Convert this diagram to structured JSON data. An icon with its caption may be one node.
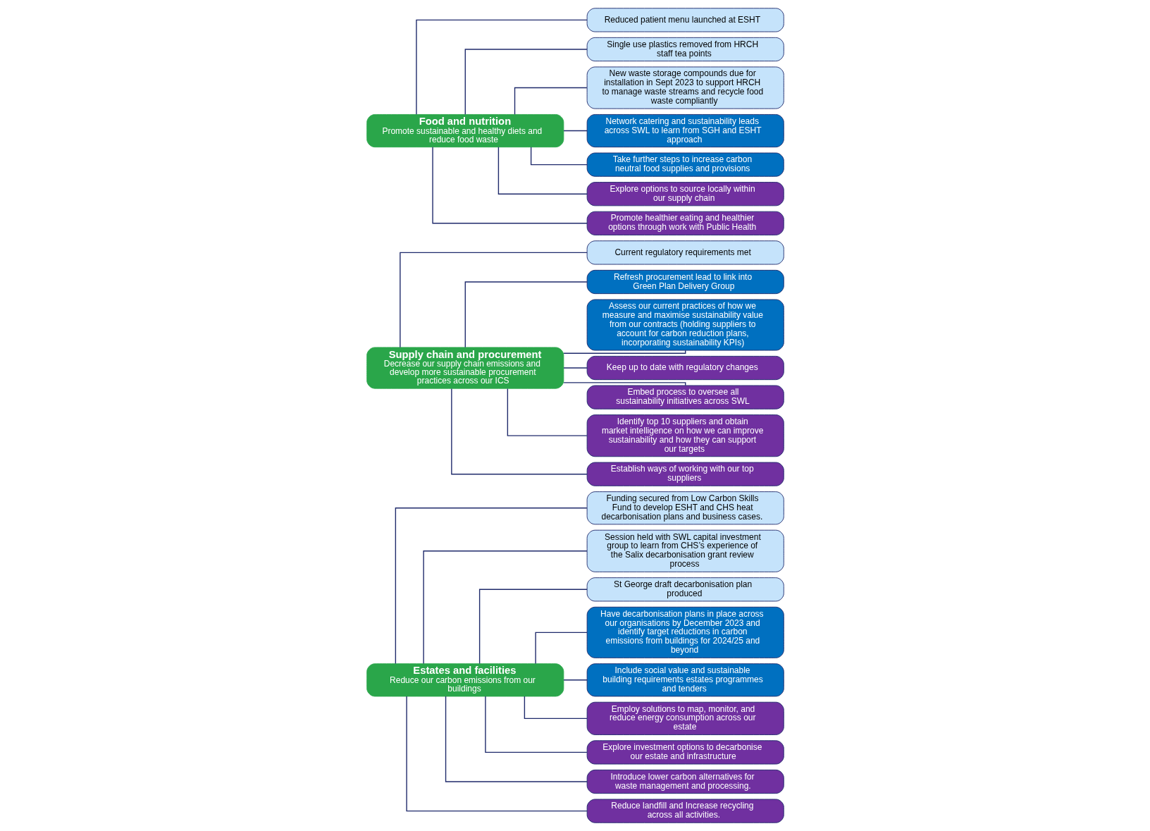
{
  "diagram": {
    "nodes": [
      {
        "text": [
          "Estates and facilities",
          "Reduce our carbon emissions from our buildings"
        ]
      },
      {
        "text": [
          "Funding secured from Low Carbon Skills Fund to develop ESHT and CHS heat decarbonisation plans and business cases."
        ]
      },
      {
        "text": [
          "Session held with SWL capital investment group to learn from CHS’s experience of the Salix decarbonisation grant review process"
        ]
      },
      {
        "text": [
          "St George draft decarbonisation plan produced"
        ]
      },
      {
        "text": [
          "Have decarbonisation plans in place across our organisations by December 2023 and identify target reductions in carbon emissions from buildings for 2024/25 and beyond"
        ]
      },
      {
        "text": [
          "Include social value and sustainable building requirements estates programmes and tenders"
        ]
      },
      {
        "text": [
          "Employ solutions to map, monitor, and reduce energy consumption across our estate"
        ]
      },
      {
        "text": [
          "Explore investment options to decarbonise our estate and infrastructure"
        ]
      },
      {
        "text": [
          "Introduce lower carbon alternatives for waste management and processing."
        ]
      },
      {
        "text": [
          "Reduce landfill and Increase recycling across all activities."
        ]
      },
      {
        "text": [
          "Supply chain and procurement",
          "Decrease our supply chain emissions and develop more sustainable procurement practices across our ICS"
        ]
      },
      {
        "text": [
          "Current regulatory requirements met"
        ]
      },
      {
        "text": [
          "Refresh procurement lead to link into Green Plan Delivery Group"
        ]
      },
      {
        "text": [
          "Assess our current practices of how we measure and maximise sustainability value from our contracts (holding suppliers to account for carbon reduction plans, incorporating sustainability KPIs)"
        ]
      },
      {
        "text": [
          "Keep up to date with regulatory changes"
        ]
      },
      {
        "text": [
          "Embed process to oversee all sustainability initiatives across SWL"
        ]
      },
      {
        "text": [
          "Identify top 10 suppliers and obtain market intelligence on how we can improve sustainability and how they can support our targets"
        ]
      },
      {
        "text": [
          "Establish ways of working with our top suppliers"
        ]
      },
      {
        "text": [
          "Food and nutrition",
          "Promote sustainable and healthy diets and reduce food waste"
        ]
      },
      {
        "text": [
          "Reduced patient menu launched at ESHT"
        ]
      },
      {
        "text": [
          "Single use plastics removed from HRCH staff tea points"
        ]
      },
      {
        "text": [
          "New waste storage compounds due for installation in Sept 2023 to support HRCH to manage waste streams and recycle food waste compliantly"
        ]
      },
      {
        "text": [
          "Network catering and sustainability leads across SWL to learn from SGH and ESHT approach"
        ]
      },
      {
        "text": [
          "Take further steps to increase carbon neutral food supplies and provisions"
        ]
      },
      {
        "text": [
          "Explore options to source locally within our supply chain"
        ]
      },
      {
        "text": [
          "Promote healthier eating and healthier options through work with Public Health"
        ]
      }
    ],
    "edges": [
      {
        "from": 0,
        "to": 1,
        "arrow": "none"
      },
      {
        "from": 0,
        "to": 2,
        "arrow": "none"
      },
      {
        "from": 0,
        "to": 3,
        "arrow": "none"
      },
      {
        "from": 0,
        "to": 4,
        "arrow": "none"
      },
      {
        "from": 0,
        "to": 5,
        "arrow": "none"
      },
      {
        "from": 0,
        "to": 6,
        "arrow": "none"
      },
      {
        "from": 0,
        "to": 7,
        "arrow": "none"
      },
      {
        "from": 0,
        "to": 8,
        "arrow": "none"
      },
      {
        "from": 0,
        "to": 9,
        "arrow": "none"
      },
      {
        "from": 10,
        "to": 11,
        "arrow": "none"
      },
      {
        "from": 10,
        "to": 12,
        "arrow": "none"
      },
      {
        "from": 10,
        "to": 13,
        "arrow": "none"
      },
      {
        "from": 10,
        "to": 14,
        "arrow": "none"
      },
      {
        "from": 10,
        "to": 15,
        "arrow": "none"
      },
      {
        "from": 10,
        "to": 16,
        "arrow": "none"
      },
      {
        "from": 10,
        "to": 17,
        "arrow": "none"
      },
      {
        "from": 18,
        "to": 19,
        "arrow": "none"
      },
      {
        "from": 18,
        "to": 20,
        "arrow": "none"
      },
      {
        "from": 18,
        "to": 21,
        "arrow": "none"
      },
      {
        "from": 18,
        "to": 22,
        "arrow": "none"
      },
      {
        "from": 18,
        "to": 23,
        "arrow": "none"
      },
      {
        "from": 18,
        "to": 24,
        "arrow": "none"
      },
      {
        "from": 18,
        "to": 25,
        "arrow": "none"
      }
    ]
  }
}
